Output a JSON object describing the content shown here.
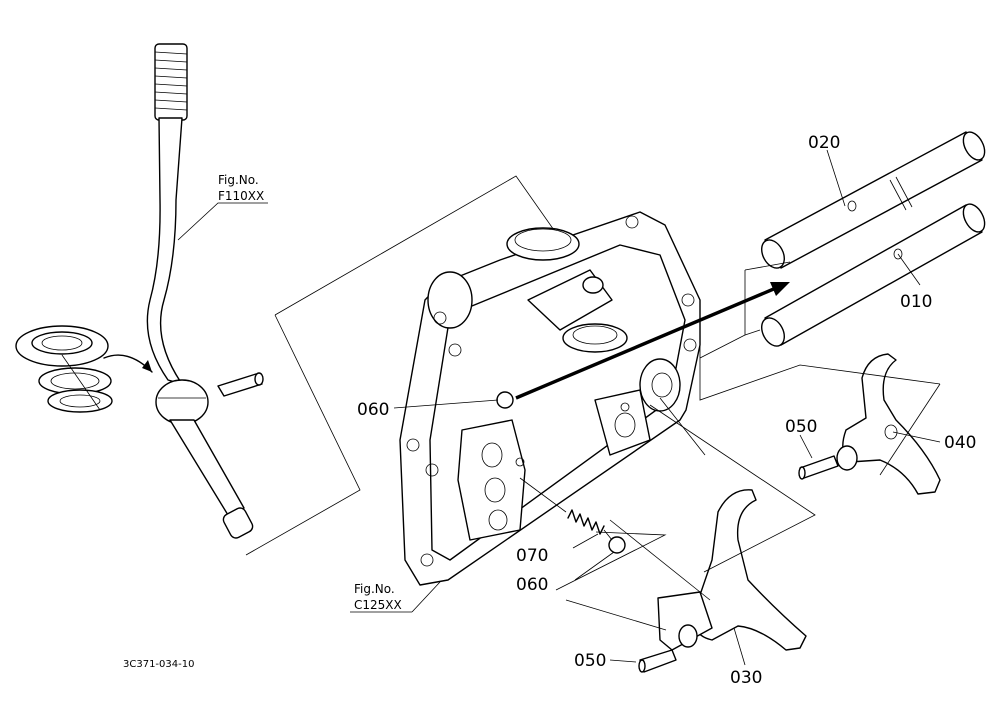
{
  "labels": {
    "p020": "020",
    "p010": "010",
    "p060_a": "060",
    "p060_b": "060",
    "p070": "070",
    "p050_a": "050",
    "p050_b": "050",
    "p040": "040",
    "p030": "030"
  },
  "refs": {
    "fig_word_1": "Fig.No.",
    "fig_no_1": "F110XX",
    "fig_word_2": "Fig.No.",
    "fig_no_2": "C125XX"
  },
  "drawing_code": "3C371-034-10"
}
